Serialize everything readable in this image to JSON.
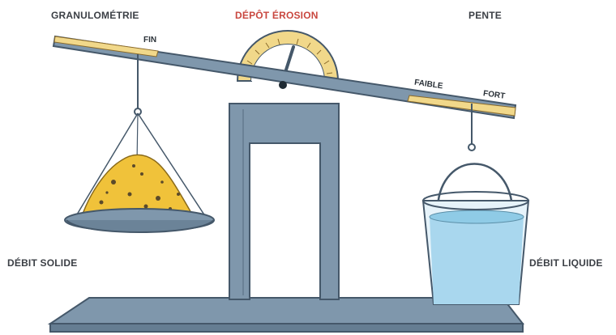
{
  "labels": {
    "granulometrie": "GRANULOMÉTRIE",
    "depot_erosion": "DÉPÔT ÉROSION",
    "pente": "PENTE",
    "fin": "FIN",
    "faible": "FAIBLE",
    "fort": "FORT",
    "debit_solide": "DÉBIT SOLIDE",
    "debit_liquide": "DÉBIT LIQUIDE"
  },
  "colors": {
    "steel": "#7f97ac",
    "steel_dark": "#4c5f70",
    "scale_yellow": "#f1d88a",
    "sand": "#f0c23a",
    "water": "#a9d7ee",
    "depot_red": "#c9473f"
  }
}
